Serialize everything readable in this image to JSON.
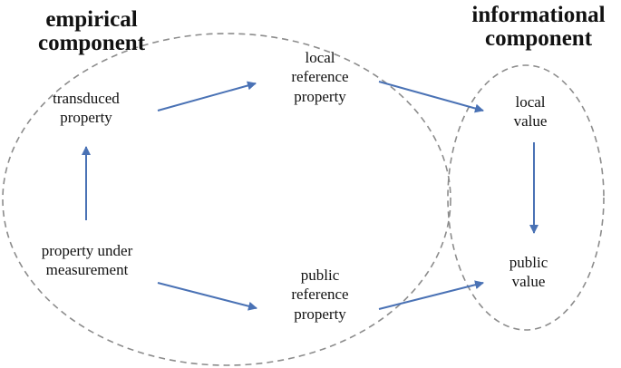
{
  "colors": {
    "arrow": "#4A72B5",
    "ellipse_stroke": "#8C8C8C",
    "text": "#111111"
  },
  "groups": {
    "empirical": {
      "line1": "empirical",
      "line2": "component"
    },
    "informational": {
      "line1": "informational",
      "line2": "component"
    }
  },
  "nodes": {
    "transduced": {
      "line1": "transduced",
      "line2": "property"
    },
    "local_ref": {
      "line1": "local",
      "line2": "reference",
      "line3": "property"
    },
    "local_value": {
      "line1": "local",
      "line2": "value"
    },
    "under_measurement": {
      "line1": "property under",
      "line2": "measurement"
    },
    "public_ref": {
      "line1": "public",
      "line2": "reference",
      "line3": "property"
    },
    "public_value": {
      "line1": "public",
      "line2": "value"
    }
  }
}
